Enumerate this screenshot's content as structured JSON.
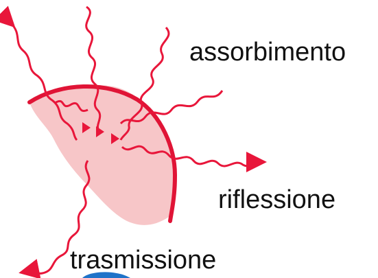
{
  "labels": {
    "absorption": "assorbimento",
    "reflection": "riflessione",
    "transmission": "trasmissione"
  },
  "colors": {
    "wave": "#e8163a",
    "body_fill": "#f7c6c8",
    "body_edge": "#e01436",
    "arrowhead": "#e8163a",
    "bottom_blob": "#1f73c9"
  }
}
